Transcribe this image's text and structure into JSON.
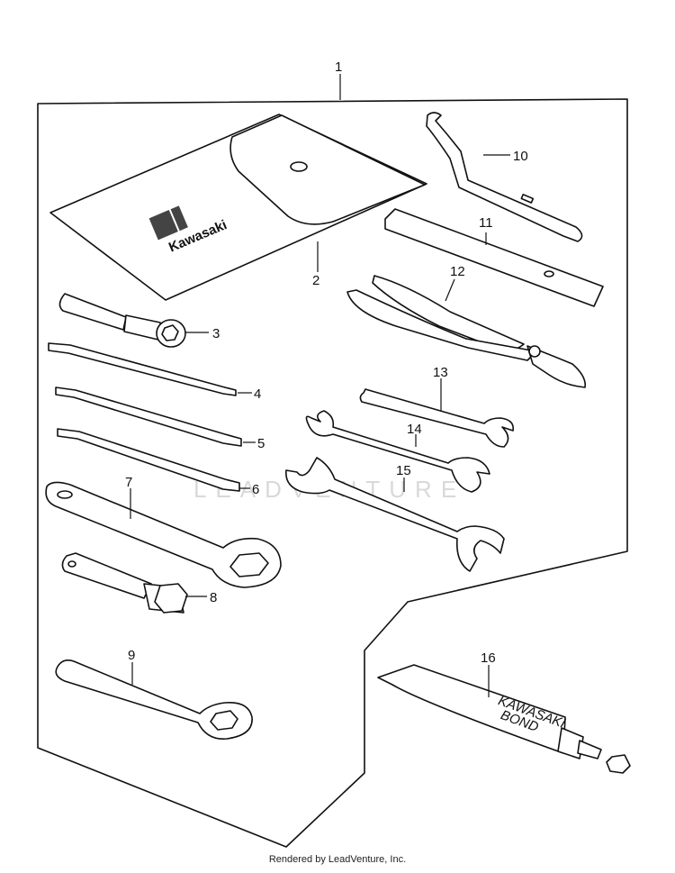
{
  "diagram": {
    "brand_mark": "Kawasaki",
    "callouts": [
      {
        "id": "1",
        "label": "1"
      },
      {
        "id": "2",
        "label": "2"
      },
      {
        "id": "3",
        "label": "3"
      },
      {
        "id": "4",
        "label": "4"
      },
      {
        "id": "5",
        "label": "5"
      },
      {
        "id": "6",
        "label": "6"
      },
      {
        "id": "7",
        "label": "7"
      },
      {
        "id": "8",
        "label": "8"
      },
      {
        "id": "9",
        "label": "9"
      },
      {
        "id": "10",
        "label": "10"
      },
      {
        "id": "11",
        "label": "11"
      },
      {
        "id": "12",
        "label": "12"
      },
      {
        "id": "13",
        "label": "13"
      },
      {
        "id": "14",
        "label": "14"
      },
      {
        "id": "15",
        "label": "15"
      },
      {
        "id": "16",
        "label": "16"
      }
    ],
    "tube_text": {
      "line1": "KAWASAKI",
      "line2": "BOND"
    },
    "watermark": "LEADVENTURE"
  },
  "footer": {
    "text": "Rendered by LeadVenture, Inc."
  }
}
